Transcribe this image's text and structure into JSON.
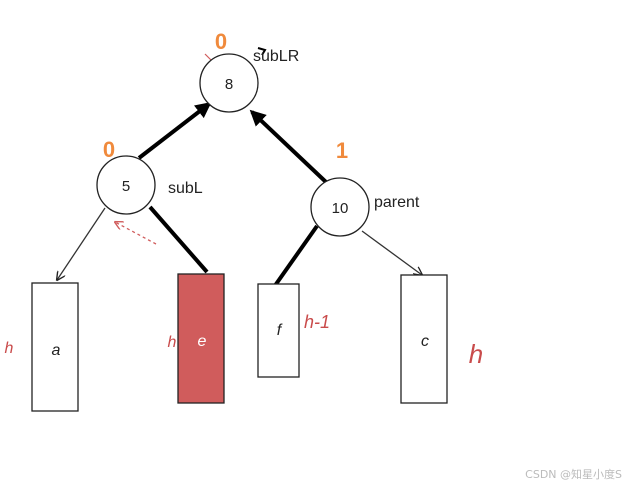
{
  "colors": {
    "balance_factor": "#f08a3c",
    "highlight_subtree": "#d05c5c",
    "height_annotation": "#c94b4b",
    "edge": "#000000"
  },
  "nodes": {
    "subLR": {
      "key": "8",
      "label": "subLR",
      "bf": "0"
    },
    "subL": {
      "key": "5",
      "label": "subL",
      "bf": "0"
    },
    "parent": {
      "key": "10",
      "label": "parent",
      "bf": "1"
    }
  },
  "subtrees": {
    "a": {
      "name": "a",
      "height": "h"
    },
    "e": {
      "name": "e",
      "height": "h"
    },
    "f": {
      "name": "f",
      "height": "h-1"
    },
    "c": {
      "name": "c",
      "height": "h"
    }
  },
  "watermark": "CSDN @知星小度S"
}
